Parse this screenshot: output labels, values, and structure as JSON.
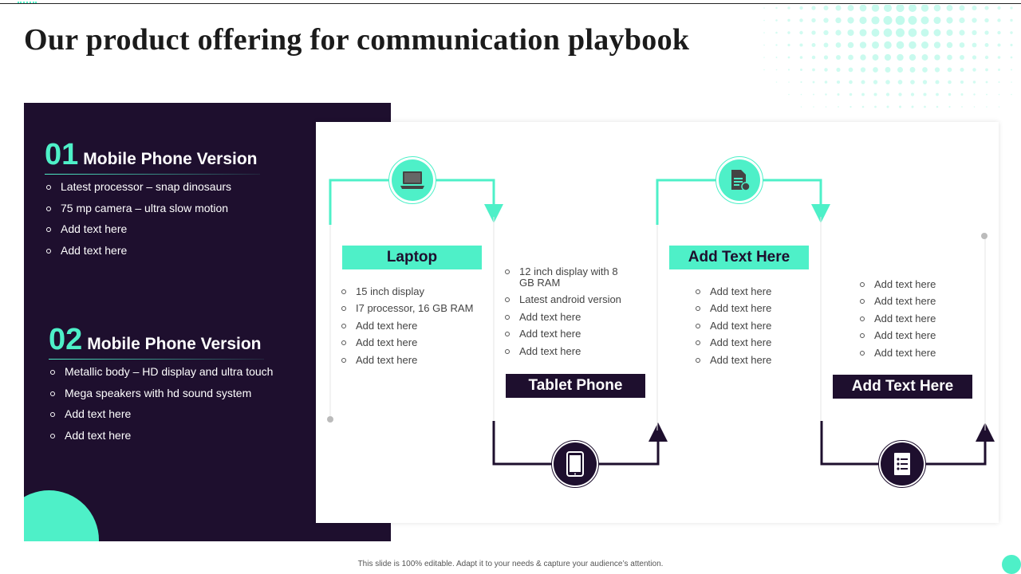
{
  "title": "Our product offering for communication playbook",
  "colors": {
    "accent": "#4ef0c8",
    "dark": "#1e0f2e"
  },
  "left_panel": {
    "sections": [
      {
        "number": "01",
        "title": "Mobile  Phone Version",
        "items": [
          "Latest processor – snap dinosaurs",
          "75 mp camera – ultra slow motion",
          "Add text here",
          "Add text here"
        ]
      },
      {
        "number": "02",
        "title": "Mobile  Phone Version",
        "items": [
          "Metallic body – HD display and ultra touch",
          "Mega speakers with hd sound system",
          "Add text here",
          "Add text here"
        ]
      }
    ]
  },
  "columns": [
    {
      "label": "Laptop",
      "icon": "laptop-icon",
      "items": [
        "15 inch display",
        "I7 processor, 16 GB RAM",
        "Add text here",
        "Add text here",
        "Add text here"
      ]
    },
    {
      "label": "Tablet Phone",
      "icon": "tablet-icon",
      "items": [
        "12 inch display with 8 GB RAM",
        "Latest android version",
        "Add text here",
        "Add text here",
        "Add text here"
      ]
    },
    {
      "label": "Add Text Here",
      "icon": "document-icon",
      "items": [
        "Add text here",
        "Add text here",
        "Add text here",
        "Add text here",
        "Add text here"
      ]
    },
    {
      "label": "Add Text Here",
      "icon": "checklist-icon",
      "items": [
        "Add text here",
        "Add text here",
        "Add text here",
        "Add text here",
        "Add text here"
      ]
    }
  ],
  "footer": "This slide is 100% editable. Adapt it to your needs & capture your audience’s attention."
}
